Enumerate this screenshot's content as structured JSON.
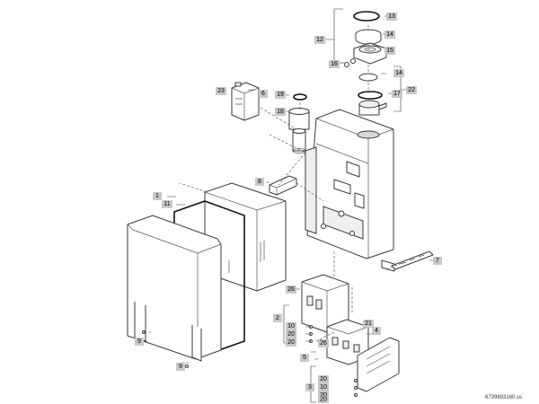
{
  "callouts": [
    {
      "id": "c13",
      "label": "13"
    },
    {
      "id": "c12",
      "label": "12"
    },
    {
      "id": "c14a",
      "label": "14"
    },
    {
      "id": "c15",
      "label": "15"
    },
    {
      "id": "c16",
      "label": "16"
    },
    {
      "id": "c14b",
      "label": "14"
    },
    {
      "id": "c17",
      "label": "17"
    },
    {
      "id": "c22",
      "label": "22"
    },
    {
      "id": "c23",
      "label": "23"
    },
    {
      "id": "c6",
      "label": "6"
    },
    {
      "id": "c19",
      "label": "19"
    },
    {
      "id": "c18",
      "label": "18"
    },
    {
      "id": "c8",
      "label": "8"
    },
    {
      "id": "c1",
      "label": "1"
    },
    {
      "id": "c11",
      "label": "11"
    },
    {
      "id": "c7",
      "label": "7"
    },
    {
      "id": "c26a",
      "label": "26"
    },
    {
      "id": "c2",
      "label": "2"
    },
    {
      "id": "c10a",
      "label": "10"
    },
    {
      "id": "c20a",
      "label": "20"
    },
    {
      "id": "c20b",
      "label": "20"
    },
    {
      "id": "c21",
      "label": "21"
    },
    {
      "id": "c4",
      "label": "4"
    },
    {
      "id": "c26b",
      "label": "26"
    },
    {
      "id": "c9a",
      "label": "9"
    },
    {
      "id": "c5",
      "label": "5"
    },
    {
      "id": "c9b",
      "label": "9"
    },
    {
      "id": "c20c",
      "label": "20"
    },
    {
      "id": "c3",
      "label": "3"
    },
    {
      "id": "c10b",
      "label": "10"
    },
    {
      "id": "c20d",
      "label": "20"
    },
    {
      "id": "c20e",
      "label": "20"
    }
  ],
  "reference": "6739893160.ss"
}
